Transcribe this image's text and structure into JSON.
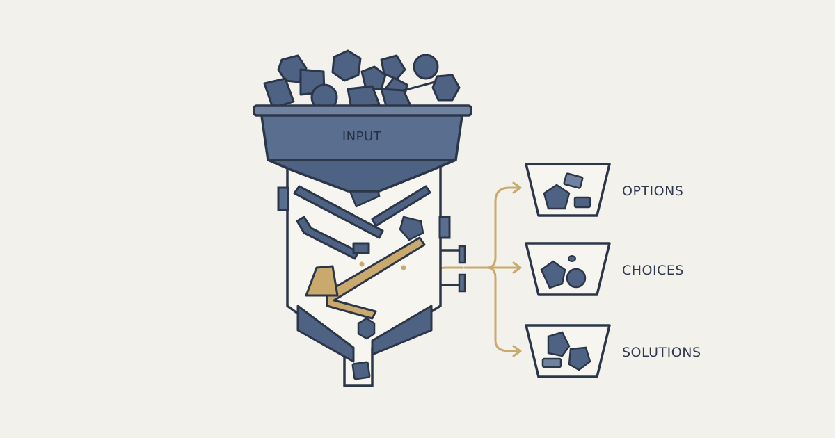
{
  "hopper": {
    "label": "INPUT"
  },
  "outputs": [
    {
      "label": "OPTIONS"
    },
    {
      "label": "CHOICES"
    },
    {
      "label": "SOLUTIONS"
    }
  ],
  "colors": {
    "background": "#f3f1ec",
    "stroke": "#2c3649",
    "fill_dark": "#4e6283",
    "fill_hopper": "#5a6e8f",
    "fill_light": "#6f82a0",
    "accent_gold": "#c9a96c"
  }
}
